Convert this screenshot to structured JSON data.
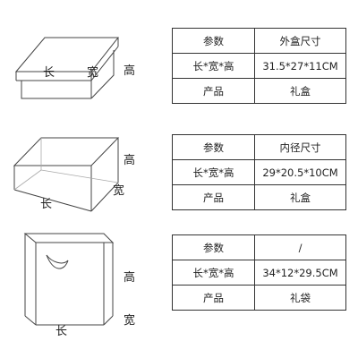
{
  "sections": [
    {
      "labels": {
        "length": "长",
        "width": "宽",
        "height": "高"
      },
      "rows": [
        {
          "key": "参数",
          "value": "外盒尺寸"
        },
        {
          "key": "长*宽*高",
          "value": "31.5*27*11CM"
        },
        {
          "key": "产品",
          "value": "礼盒"
        }
      ]
    },
    {
      "labels": {
        "length": "长",
        "width": "宽",
        "height": "高"
      },
      "rows": [
        {
          "key": "参数",
          "value": "内径尺寸"
        },
        {
          "key": "长*宽*高",
          "value": "29*20.5*10CM"
        },
        {
          "key": "产品",
          "value": "礼盒"
        }
      ]
    },
    {
      "labels": {
        "length": "长",
        "width": "宽",
        "height": "高"
      },
      "rows": [
        {
          "key": "参数",
          "value": "/"
        },
        {
          "key": "长*宽*高",
          "value": "34*12*29.5CM"
        },
        {
          "key": "产品",
          "value": "礼袋"
        }
      ]
    }
  ]
}
